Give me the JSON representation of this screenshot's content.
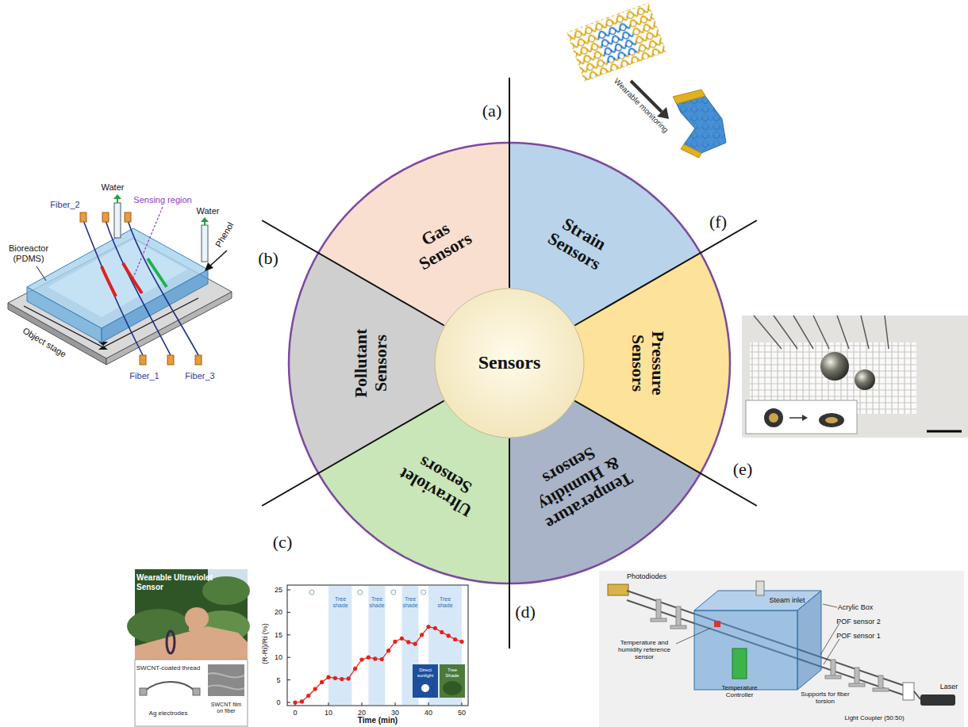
{
  "diagram": {
    "nodes": [
      {
        "text": [
          "Gas Sensors"
        ]
      },
      {
        "text": [
          "Strain Sensors"
        ]
      },
      {
        "text": [
          "Pressure Sensors"
        ]
      },
      {
        "text": [
          "Temperature & Humidity Sensors"
        ]
      },
      {
        "text": [
          "Ultraviolet Sensors"
        ]
      },
      {
        "text": [
          "Pollutant Sensors"
        ]
      },
      {
        "text": [
          "Sensors"
        ]
      }
    ],
    "labels": [
      "(a)",
      "Wearable monitoring",
      "(f)",
      "Fiber_2",
      "Water",
      "Sensing region",
      "Water",
      "Phenol",
      "Bioreactor (PDMS)",
      "(b)",
      "Object stage",
      "Fiber_1",
      "Fiber_3",
      "(e)",
      "(c)",
      "(d)",
      "Wearable Ultraviolet Sensor",
      "SWCNT-coated thread",
      "Ag electrodes",
      "SWCNT film on fiber",
      "25",
      "20",
      "15",
      "10",
      "5",
      "0",
      "(R-Ri)/Ri (%)",
      "0",
      "10",
      "20",
      "30",
      "40",
      "50",
      "Time (min)",
      "Tree shade",
      "Tree shade",
      "Tree shade",
      "Tree shade",
      "Direct sunlight",
      "Tree Shade",
      "Photodiodes",
      "Steam inlet",
      "Acrylic Box",
      "POF sensor 2",
      "POF sensor 1",
      "Temperature and humidity reference sensor",
      "Temperature Controller",
      "Supports for fiber torsion",
      "Light Coupler (50:50)",
      "Laser"
    ]
  }
}
